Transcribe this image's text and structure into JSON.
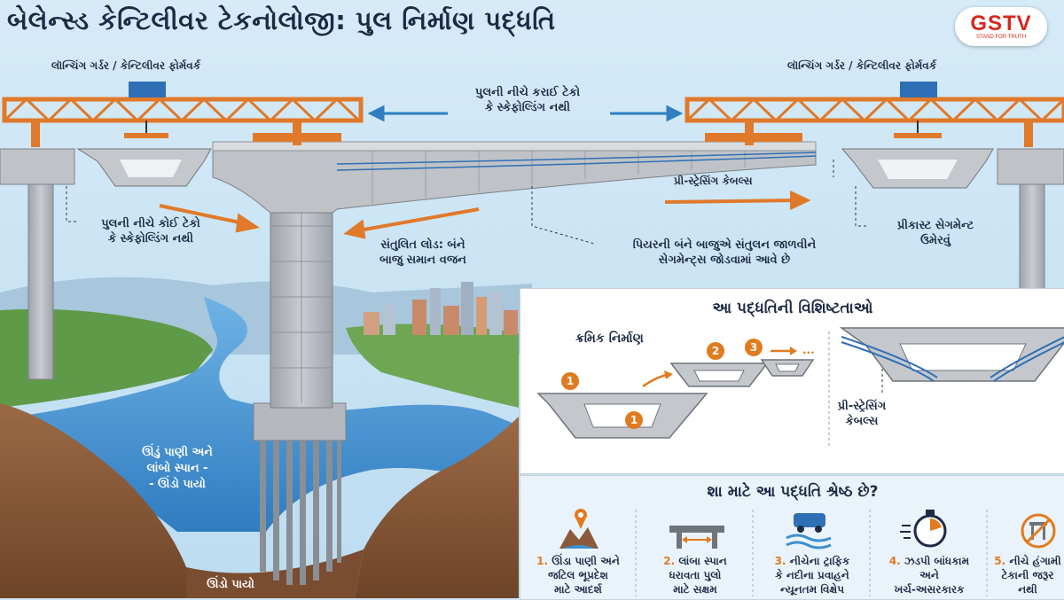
{
  "title": "બેલેન્સ્ડ કેન્ટિલીવર ટેકનોલોજી: પુલ નિર્માણ પદ્ધતિ",
  "logo": {
    "text": "GSTV",
    "tagline": "STAND FOR TRUTH",
    "color": "#d9261c"
  },
  "labels": {
    "launching_left": "લૉન્ચિંગ ગર્ડર / કેન્ટિલીવર ફોર્મવર્ક",
    "launching_right": "લૉન્ચિંગ ગર્ડર / કેન્ટિલીવર ફોર્મવર્ક",
    "no_support_top_line1": "પુલની નીચે કરાઈ ટેકો",
    "no_support_top_line2": "કે સ્કેફોલ્ડિંગ નથી",
    "no_support_left_line1": "પુલની નીચે કોઈ ટેકો",
    "no_support_left_line2": "કે સ્કેફોલ્ડિંગ નથી",
    "prestressing": "પ્રી-સ્ટ્રેસિંગ કેબલ્સ",
    "precast_line1": "પ્રીકાસ્ટ સેગમેન્ટ",
    "precast_line2": "ઉમેરવું",
    "balanced_line1": "સંતુલિત લોડ: બંને",
    "balanced_line2": "બાજુ સમાન વજન",
    "pier_line1": "પિયરની બંને બાજુએ સંતુલન જાળવીને",
    "pier_line2": "સેગમેન્ટ્સ જોડવામાં આવે છે",
    "deep_water_line1": "ઊંડું પાણી અને",
    "deep_water_line2": "લાંબો સ્પાન -",
    "deep_water_line3": "- ઊંડો પાયો",
    "deep_foundation": "ઊંડો પાયો"
  },
  "features": {
    "title": "આ પદ્ધતિની વિશિષ્ટતાઓ",
    "sequential": "ક્રમિક નિર્માણ",
    "steps": [
      "1",
      "2",
      "3",
      "1"
    ],
    "dots": "...",
    "cables_line1": "પ્રી-સ્ટ્રેસિંગ",
    "cables_line2": "કેબલ્સ"
  },
  "why": {
    "title": "શા માટે આ પદ્ધતિ શ્રેષ્ઠ છે?",
    "items": [
      {
        "num": "1.",
        "line1": "ઊંડા પાણી અને",
        "line2": "જટિલ ભૂપ્રદેશ",
        "line3": "માટે આદર્શ",
        "icon": "terrain-pin-icon"
      },
      {
        "num": "2.",
        "line1": "લાંબા સ્પાન",
        "line2": "ધરાવતા પુલો",
        "line3": "માટે સક્ષમ",
        "icon": "long-span-icon"
      },
      {
        "num": "3.",
        "line1": "નીચેના ટ્રાફિક",
        "line2": "કે નદીના પ્રવાહને",
        "line3": "ન્યૂનતમ વિક્ષેપ",
        "icon": "traffic-water-icon"
      },
      {
        "num": "4.",
        "line1": "ઝડપી બાંધકામ",
        "line2": "અને",
        "line3": "ખર્ચ-અસરકારક",
        "icon": "stopwatch-icon"
      },
      {
        "num": "5.",
        "line1": "નીચે હંગામી",
        "line2": "ટેકાની જરૂર",
        "line3": "નથી",
        "icon": "no-scaffold-icon"
      }
    ]
  },
  "colors": {
    "sky": "#cfe6f5",
    "truss": "#e0792a",
    "concrete": "#b8bcc2",
    "water": "#3d8fd1",
    "soil": "#8a5a3a",
    "navy": "#1c2a44",
    "accent": "#e07b1e",
    "arrow_blue": "#2f7fc1"
  }
}
